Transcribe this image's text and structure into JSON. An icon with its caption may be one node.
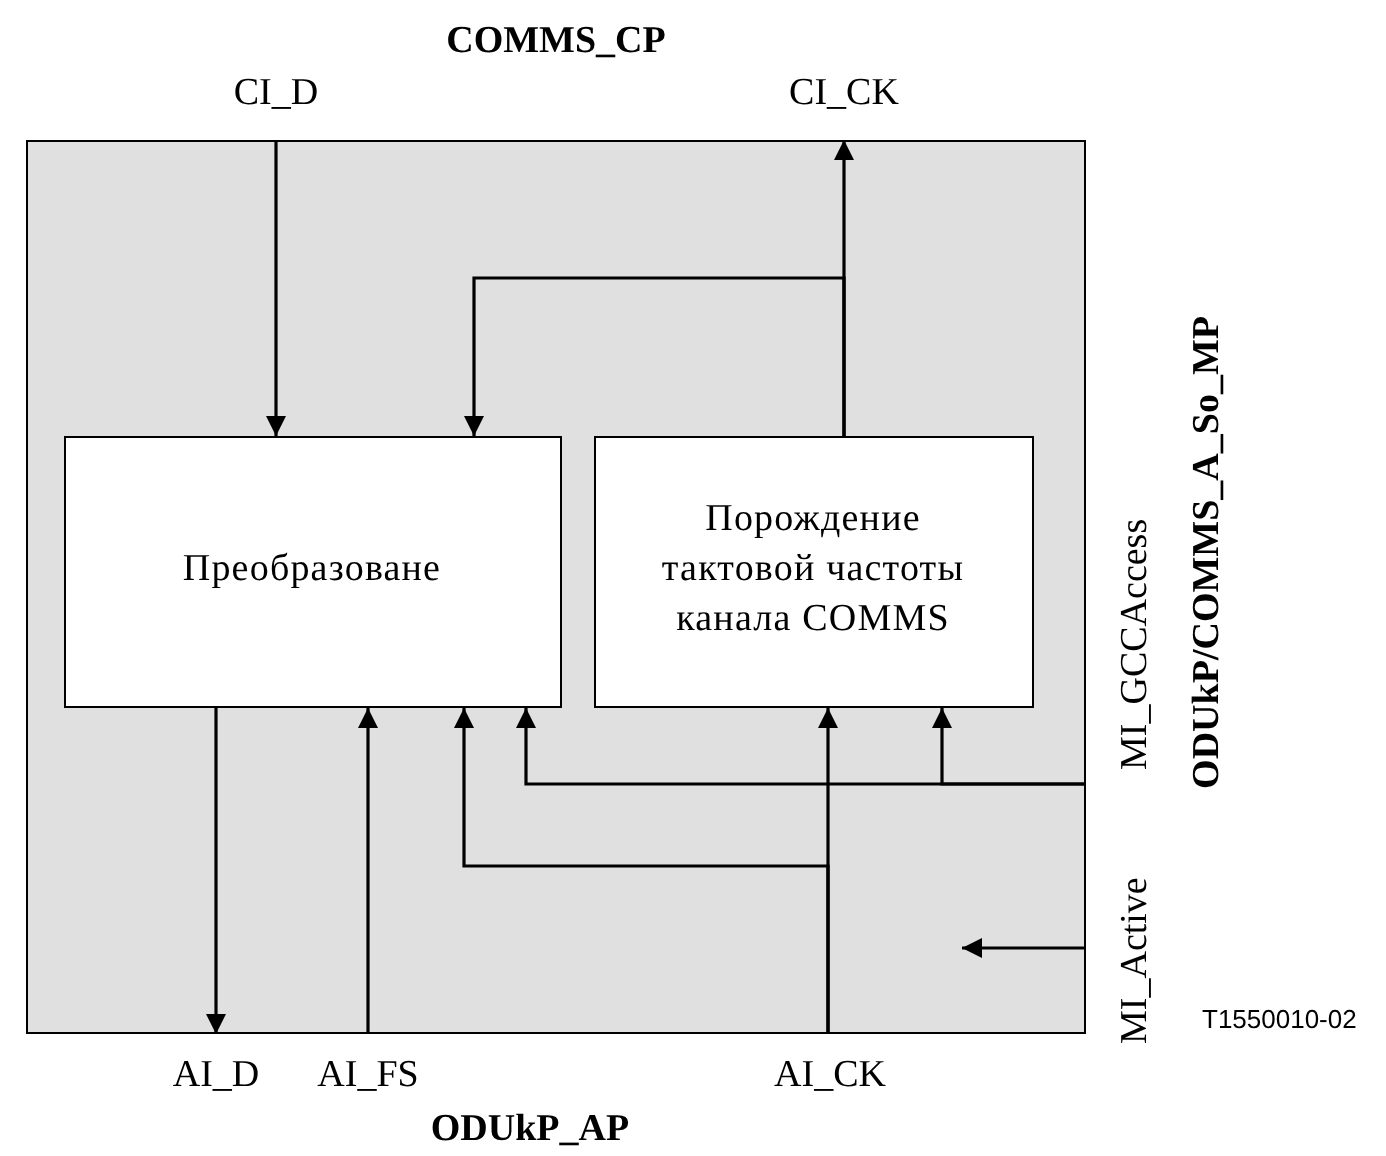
{
  "diagram": {
    "nodes": [
      {
        "text": [],
        "shape": "box"
      },
      {
        "text": [
          "Преобразоване"
        ],
        "in": 0
      },
      {
        "text": [
          "Порождение тактовой частоты канала COMMS"
        ],
        "in": 0
      },
      {
        "text": [
          "CI_D"
        ]
      },
      {
        "text": [
          "CI_CK"
        ]
      },
      {
        "text": [
          "AI_D"
        ]
      },
      {
        "text": [
          "AI_FS"
        ]
      },
      {
        "text": [
          "AI_CK"
        ]
      },
      {
        "text": [
          "MI_GCCAccess"
        ]
      },
      {
        "text": [
          "MI_Active"
        ]
      }
    ],
    "edges": [
      {
        "from": 3,
        "to": 1,
        "arrow": "to"
      },
      {
        "from": 2,
        "to": 4,
        "arrow": "to"
      },
      {
        "from": 2,
        "to": 1,
        "arrow": "to"
      },
      {
        "from": 1,
        "to": 5,
        "arrow": "to"
      },
      {
        "from": 6,
        "to": 1,
        "arrow": "to"
      },
      {
        "from": 7,
        "to": 2,
        "arrow": "to"
      },
      {
        "from": 7,
        "to": 1,
        "arrow": "to"
      },
      {
        "from": 8,
        "to": 1,
        "arrow": "to"
      },
      {
        "from": 8,
        "to": 2,
        "arrow": "to"
      },
      {
        "from": 9,
        "to": null,
        "arrow": "to"
      }
    ],
    "labels": [
      "COMMS_CP",
      "ODUkP_AP",
      "ODUkP/COMMS_A_So_MP",
      "T1550010-02"
    ]
  }
}
